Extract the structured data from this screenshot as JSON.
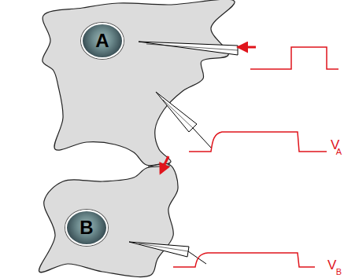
{
  "diagram": {
    "nodes": [
      {
        "text": [
          "A"
        ]
      },
      {
        "text": [
          "B"
        ]
      }
    ],
    "labels": [
      "V",
      "A",
      "V",
      "B"
    ]
  }
}
